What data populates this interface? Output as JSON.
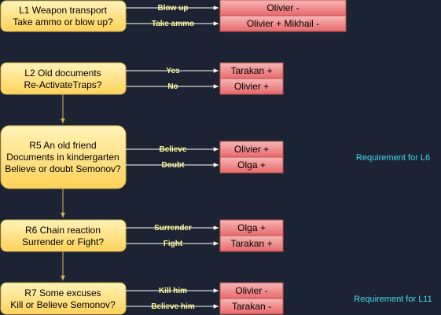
{
  "colors": {
    "background": "#1c2433",
    "node_fill_top": "#fff3b8",
    "node_fill_bottom": "#ffd25a",
    "node_stroke": "#d6b656",
    "outcome_fill_top": "#f7b7b7",
    "outcome_fill_bottom": "#e8686a",
    "outcome_stroke": "#b85450",
    "edge": "#ffffff",
    "down_edge": "#d6b656",
    "edge_label": "#fff79a",
    "requirement": "#41d9f0"
  },
  "nodes": {
    "l1": {
      "line1": "L1 Weapon transport",
      "line2": "Take ammo or blow up?",
      "edges": [
        {
          "label": "Blow up",
          "outcome": "Olivier -"
        },
        {
          "label": "Take ammo",
          "outcome": "Olivier + Mikhail -"
        }
      ]
    },
    "l2": {
      "line1": "L2 Old documents",
      "line2": "Re-ActivateTraps?",
      "edges": [
        {
          "label": "Yes",
          "outcome": "Tarakan +"
        },
        {
          "label": "No",
          "outcome": "Olivier +"
        }
      ]
    },
    "r5": {
      "line1": "R5 An old friend",
      "line2": "Documents in kindergarten",
      "line3": "Believe or doubt Semonov?",
      "edges": [
        {
          "label": "Believe",
          "outcome": "Olivier +"
        },
        {
          "label": "Doubt",
          "outcome": "Olga +"
        }
      ],
      "requirement": "Requirement for L6"
    },
    "r6": {
      "line1": "R6 Chain reaction",
      "line2": "Surrender or Fight?",
      "edges": [
        {
          "label": "Surrender",
          "outcome": "Olga +"
        },
        {
          "label": "Fight",
          "outcome": "Tarakan +"
        }
      ]
    },
    "r7": {
      "line1": "R7 Some excuses",
      "line2": "Kill or Believe Semonov?",
      "edges": [
        {
          "label": "Kill him",
          "outcome": "Olivier -"
        },
        {
          "label": "Believe him",
          "outcome": "Tarakan -"
        }
      ],
      "requirement": "Requirement for L11"
    }
  }
}
